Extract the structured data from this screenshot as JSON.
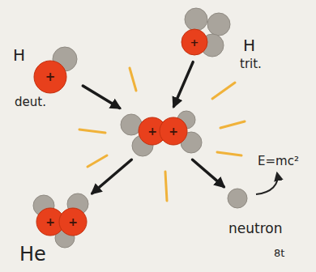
{
  "diagram": {
    "nodes": [
      {
        "text": [
          "H",
          "+",
          "deut."
        ]
      },
      {
        "text": [
          "H",
          "+",
          "trit."
        ]
      },
      {
        "text": [
          "+",
          "+"
        ]
      },
      {
        "text": [
          "+",
          "+",
          "He"
        ]
      },
      {
        "text": [
          "neutron"
        ]
      }
    ],
    "edges": [
      {
        "from": 0,
        "to": 2,
        "arrow": "to"
      },
      {
        "from": 1,
        "to": 2,
        "arrow": "to"
      },
      {
        "from": 2,
        "to": 3,
        "arrow": "to"
      },
      {
        "from": 2,
        "to": 4,
        "arrow": "to"
      }
    ],
    "labels": [
      "E=mc²",
      "8t"
    ]
  }
}
